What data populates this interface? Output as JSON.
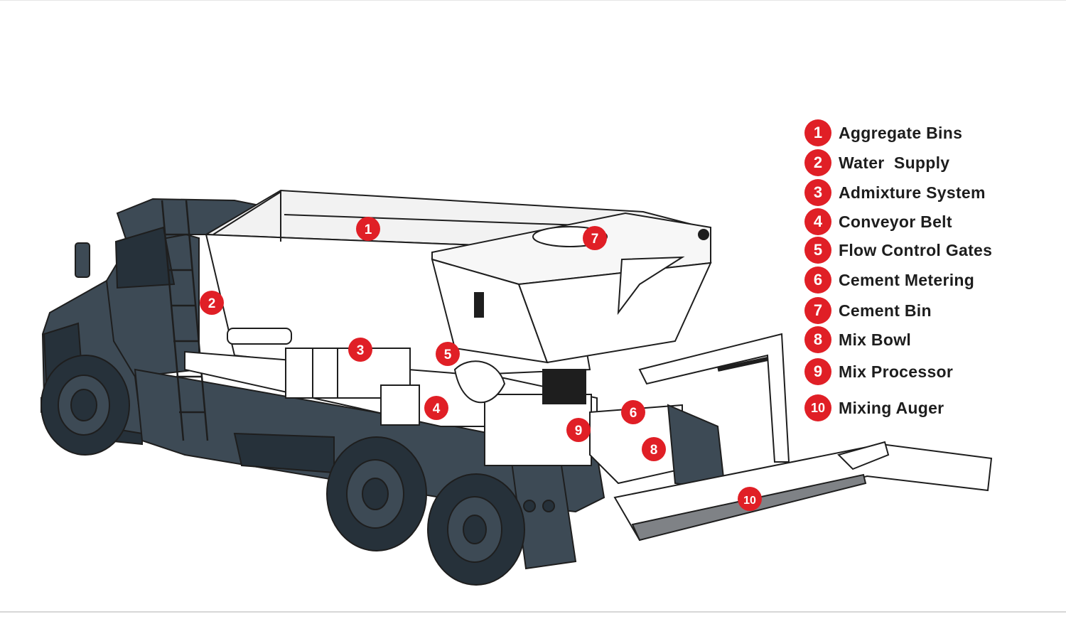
{
  "legend": {
    "items": [
      {
        "number": "1",
        "label": "Aggregate Bins"
      },
      {
        "number": "2",
        "label": "Water  Supply"
      },
      {
        "number": "3",
        "label": "Admixture System"
      },
      {
        "number": "4",
        "label": "Conveyor Belt"
      },
      {
        "number": "5",
        "label": "Flow Control Gates"
      },
      {
        "number": "6",
        "label": "Cement Metering"
      },
      {
        "number": "7",
        "label": "Cement Bin"
      },
      {
        "number": "8",
        "label": "Mix Bowl"
      },
      {
        "number": "9",
        "label": "Mix Processor"
      },
      {
        "number": "10",
        "label": "Mixing Auger"
      }
    ]
  },
  "callouts": [
    "1",
    "2",
    "3",
    "4",
    "5",
    "6",
    "7",
    "8",
    "9",
    "10"
  ],
  "colors": {
    "badge": "#e01f26",
    "truck_body": "#3d4a55",
    "truck_dark": "#26313a",
    "equipment_fill": "#ffffff",
    "outline": "#1e1e1e"
  }
}
